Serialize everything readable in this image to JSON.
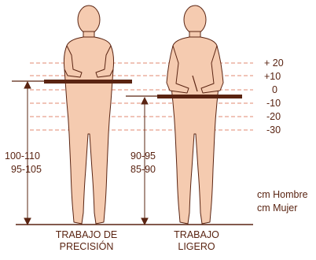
{
  "colors": {
    "figure_fill": "#f5cbb0",
    "figure_stroke": "#5a2412",
    "dash_line": "#e08a70",
    "table_top": "#5a2412",
    "text": "#5a2412"
  },
  "scale_labels": [
    "+ 20",
    "+10",
    "0",
    "-10",
    "-20",
    "-30"
  ],
  "left_figure": {
    "heights": [
      "100-110",
      "95-105"
    ],
    "caption": [
      "TRABAJO DE",
      "PRECISIÓN"
    ]
  },
  "right_figure": {
    "heights": [
      "90-95",
      "85-90"
    ],
    "caption": [
      "TRABAJO",
      "LIGERO"
    ]
  },
  "legend": [
    "cm Hombre",
    "cm Mujer"
  ]
}
